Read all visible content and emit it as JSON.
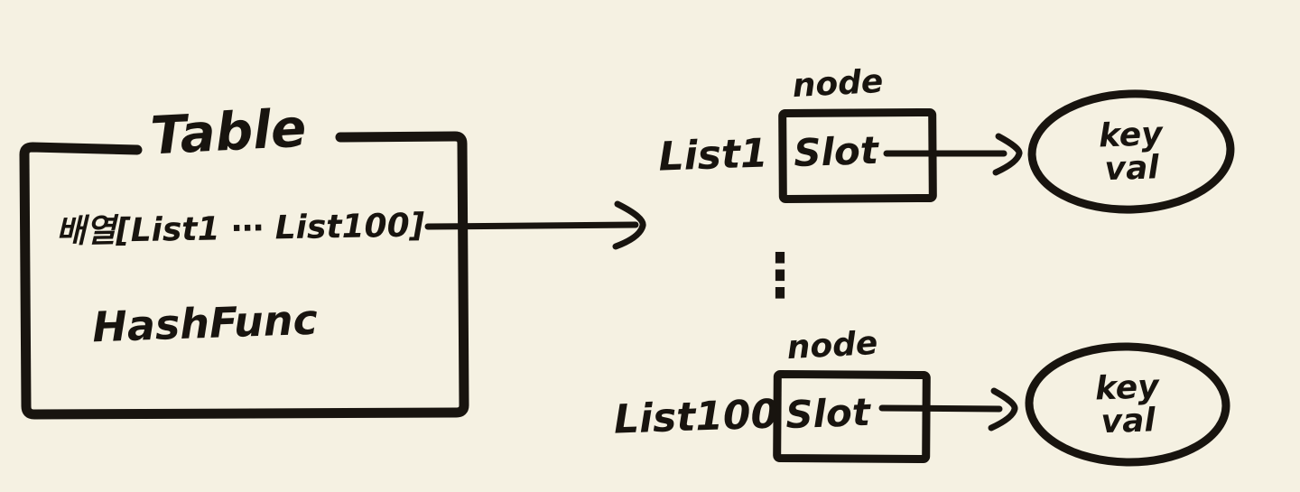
{
  "colors": {
    "background": "#f5f1e2",
    "ink": "#18140f"
  },
  "table_box": {
    "title": "Table",
    "array_field": "배열[List1 ⋯ List100]",
    "hash_field": "HashFunc"
  },
  "between_lists_ellipsis": "⋮",
  "lists": [
    {
      "list_label": "List1",
      "node_label": "node",
      "slot_label": "Slot",
      "value": {
        "key": "key",
        "val": "val"
      }
    },
    {
      "list_label": "List100",
      "node_label": "node",
      "slot_label": "Slot",
      "value": {
        "key": "key",
        "val": "val"
      }
    }
  ]
}
